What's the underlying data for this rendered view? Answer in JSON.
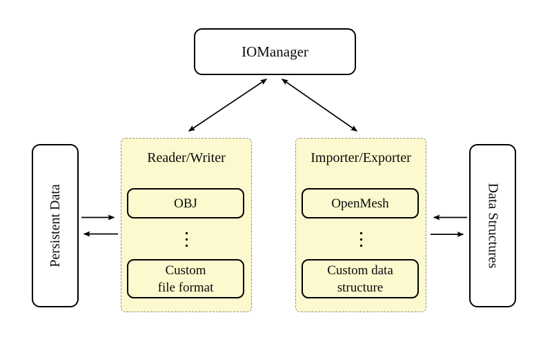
{
  "nodes": {
    "iomanager": {
      "label": "IOManager"
    },
    "persistent_data": {
      "label": "Persistent Data"
    },
    "data_structures": {
      "label": "Data Structures"
    }
  },
  "groups": {
    "reader_writer": {
      "title": "Reader/Writer",
      "items": [
        {
          "label": "OBJ"
        },
        {
          "line1": "Custom",
          "line2": "file format"
        }
      ]
    },
    "importer_exporter": {
      "title": "Importer/Exporter",
      "items": [
        {
          "label": "OpenMesh"
        },
        {
          "line1": "Custom data",
          "line2": "structure"
        }
      ]
    }
  },
  "edges": [
    {
      "from": "IOManager",
      "to": "Reader/Writer",
      "direction": "both"
    },
    {
      "from": "IOManager",
      "to": "Importer/Exporter",
      "direction": "both"
    },
    {
      "from": "Persistent Data",
      "to": "Reader/Writer",
      "direction": "forward"
    },
    {
      "from": "Reader/Writer",
      "to": "Persistent Data",
      "direction": "forward"
    },
    {
      "from": "Data Structures",
      "to": "Importer/Exporter",
      "direction": "forward"
    },
    {
      "from": "Importer/Exporter",
      "to": "Data Structures",
      "direction": "forward"
    }
  ],
  "colors": {
    "background": "#ffffff",
    "node_fill": "#ffffff",
    "group_fill": "#fbf9cd",
    "group_border": "#8f8f8f",
    "node_border": "#000000",
    "arrow": "#000000",
    "text": "#0b0b0b"
  }
}
